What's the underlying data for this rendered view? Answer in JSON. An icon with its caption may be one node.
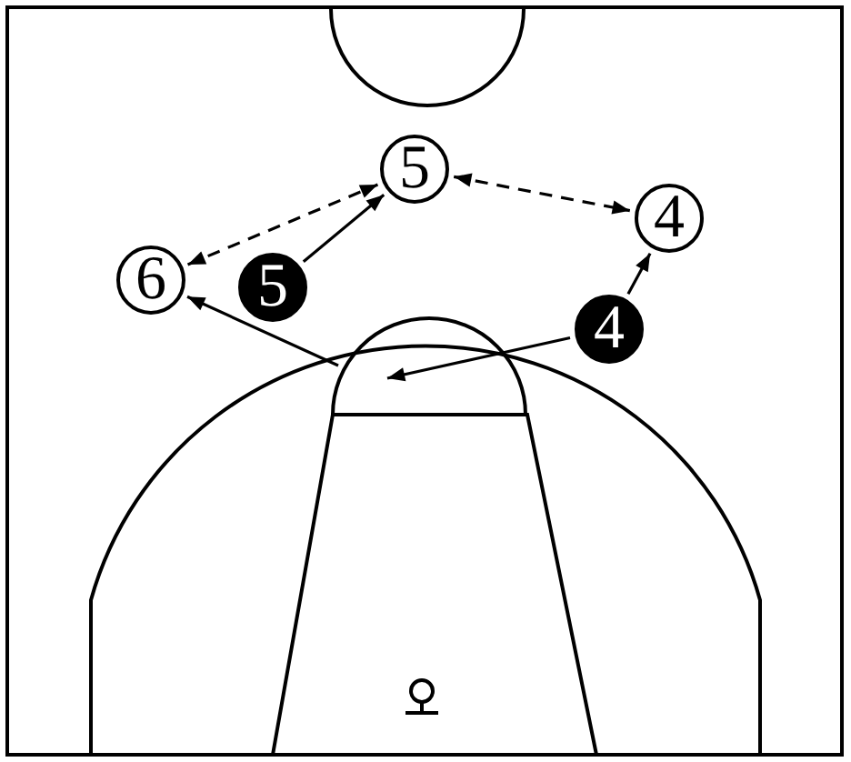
{
  "diagram": {
    "nodes": [
      {
        "text": [
          "5"
        ]
      },
      {
        "text": [
          "4"
        ]
      },
      {
        "text": [
          "6"
        ]
      },
      {
        "text": [
          "5"
        ]
      },
      {
        "text": [
          "4"
        ]
      }
    ],
    "edges": [
      {
        "from": 2,
        "to": 0,
        "arrow": "both",
        "style": "dashed"
      },
      {
        "from": 0,
        "to": 1,
        "arrow": "both",
        "style": "dashed"
      },
      {
        "from": 3,
        "to": 0,
        "arrow": "to"
      },
      {
        "from": 4,
        "to": 1,
        "arrow": "to"
      },
      {
        "from": null,
        "to": 2,
        "arrow": "to"
      },
      {
        "from": 4,
        "to": null,
        "arrow": "to"
      }
    ]
  }
}
